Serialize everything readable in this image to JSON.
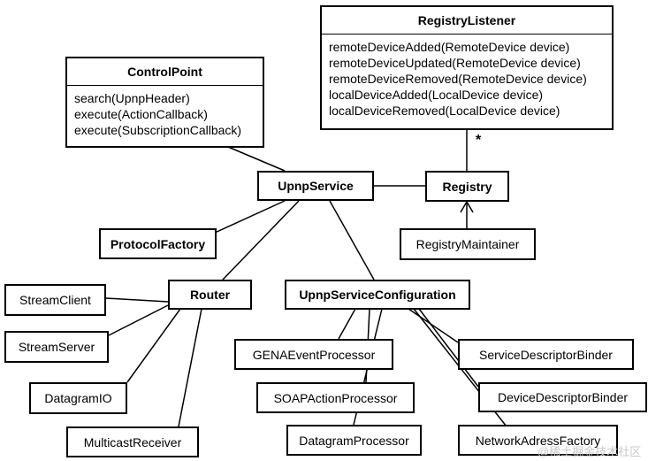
{
  "registry_listener": {
    "name": "RegistryListener",
    "operations": [
      "remoteDeviceAdded(RemoteDevice device)",
      "remoteDeviceUpdated(RemoteDevice device)",
      "remoteDeviceRemoved(RemoteDevice device)",
      "localDeviceAdded(LocalDevice device)",
      "localDeviceRemoved(LocalDevice device)"
    ]
  },
  "control_point": {
    "name": "ControlPoint",
    "operations": [
      "search(UpnpHeader)",
      "execute(ActionCallback)",
      "execute(SubscriptionCallback)"
    ]
  },
  "nodes": {
    "upnp_service": "UpnpService",
    "registry": "Registry",
    "registry_maintainer": "RegistryMaintainer",
    "protocol_factory": "ProtocolFactory",
    "router": "Router",
    "upnp_service_configuration": "UpnpServiceConfiguration",
    "stream_client": "StreamClient",
    "stream_server": "StreamServer",
    "datagram_io": "DatagramIO",
    "multicast_receiver": "MulticastReceiver",
    "gena_event_processor": "GENAEventProcessor",
    "soap_action_processor": "SOAPActionProcessor",
    "datagram_processor": "DatagramProcessor",
    "service_descriptor_binder": "ServiceDescriptorBinder",
    "device_descriptor_binder": "DeviceDescriptorBinder",
    "network_adress_factory": "NetworkAdressFactory"
  },
  "multiplicity": "*",
  "watermark": "@稀土掘金技术社区"
}
